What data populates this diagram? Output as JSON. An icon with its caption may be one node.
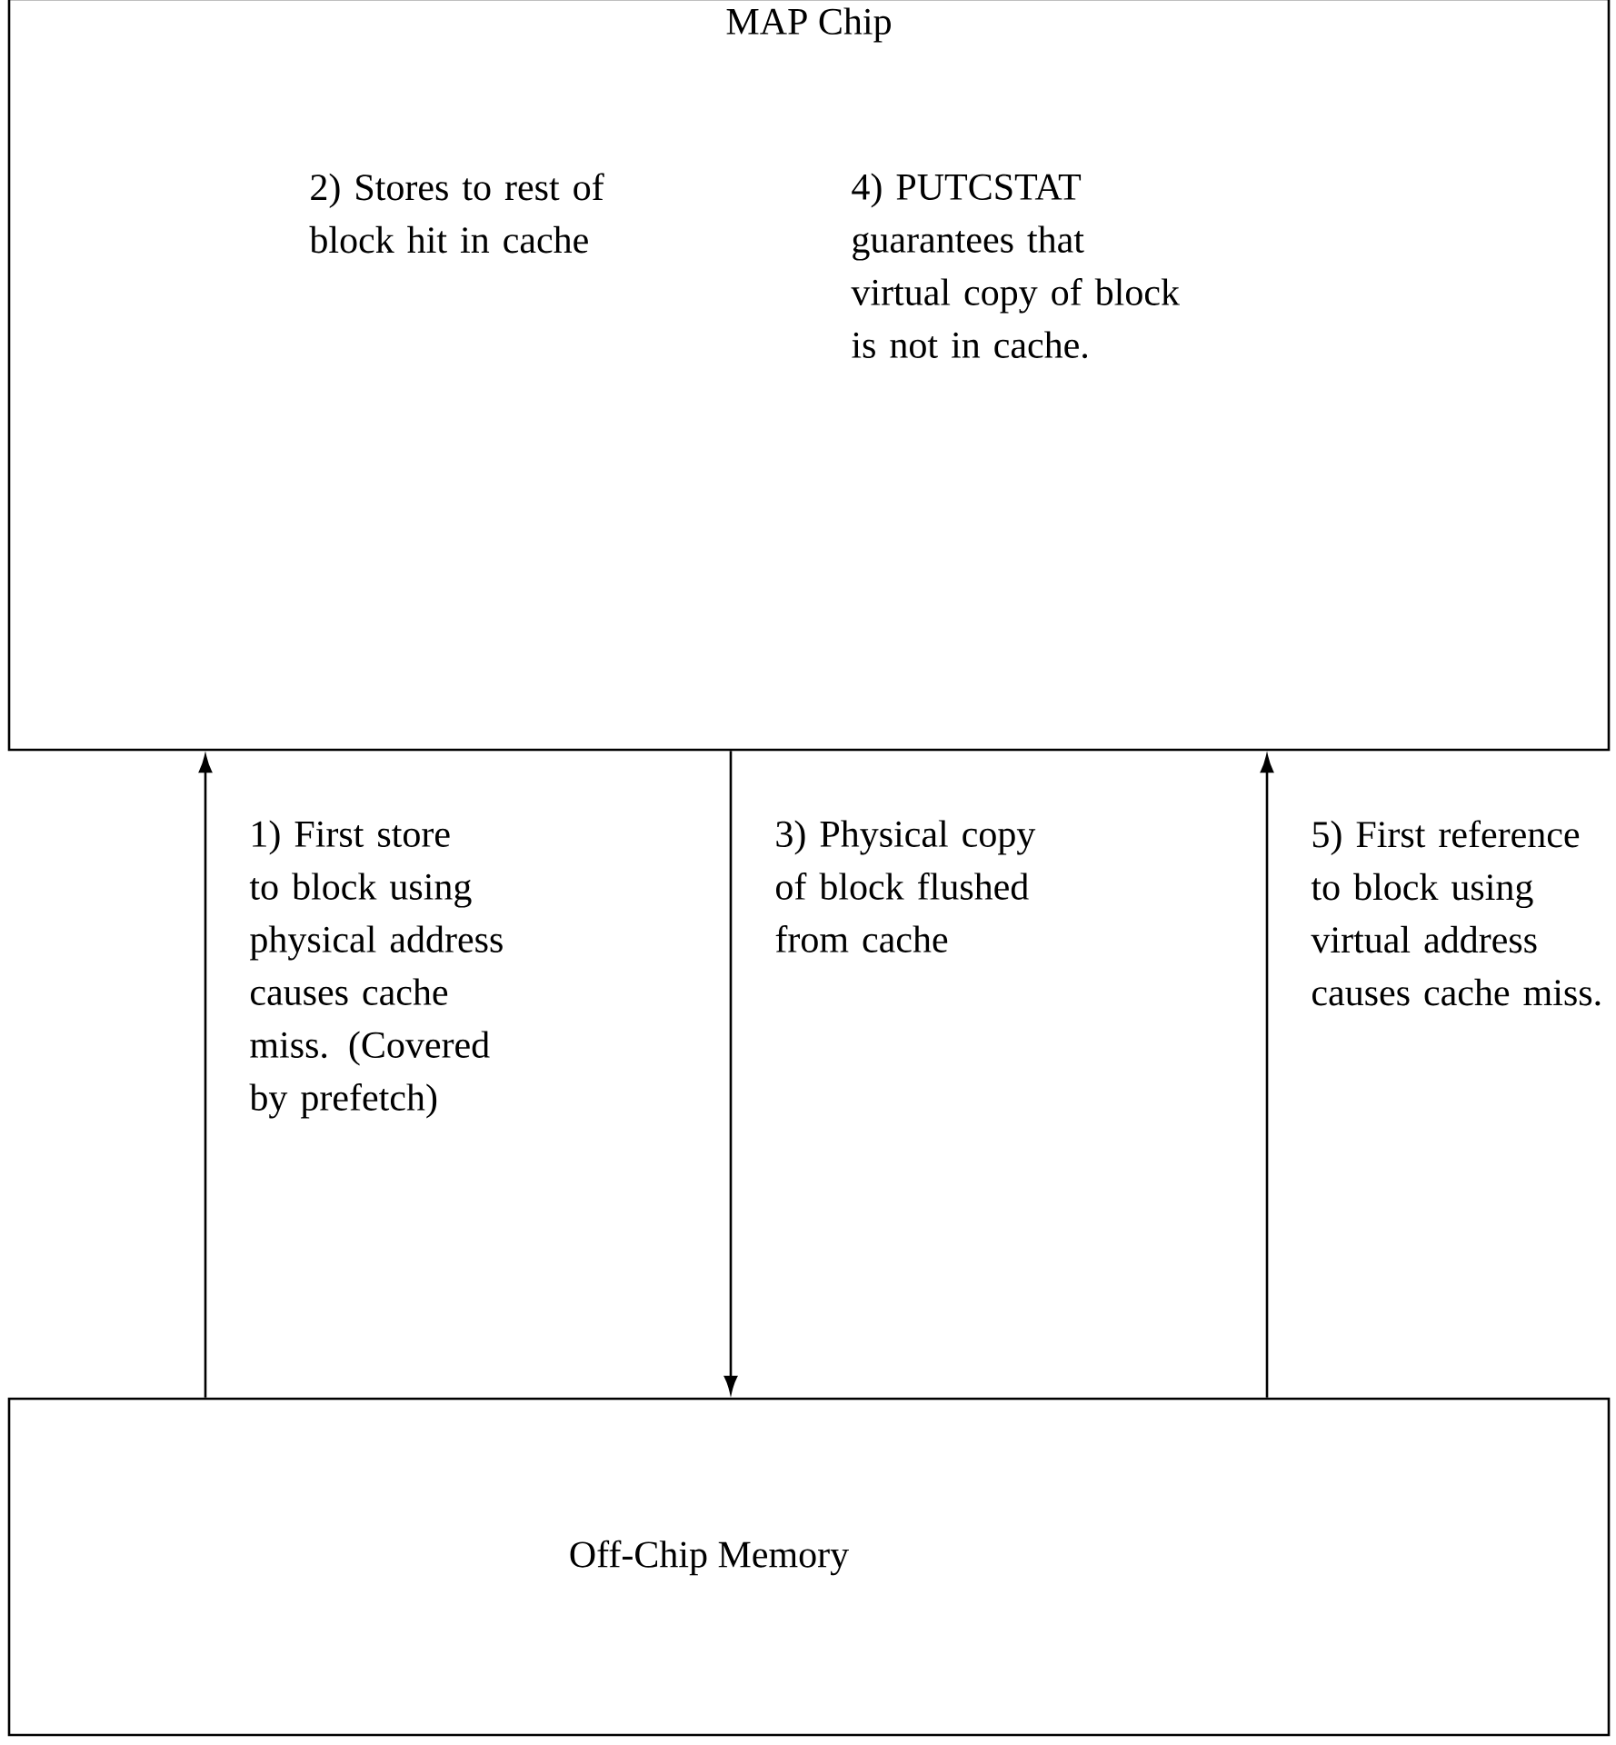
{
  "diagram": {
    "nodes": [
      {
        "text": [
          "MAP Chip",
          "2) Stores to rest of block hit in cache",
          "4) PUTCSTAT guarantees that virtual copy of block is not in cache."
        ]
      },
      {
        "text": [
          "Off-Chip Memory"
        ]
      }
    ],
    "edges": [
      {
        "from": 1,
        "to": 0,
        "arrow": "to",
        "label": "1) First store to block using physical address causes cache miss. (Covered by prefetch)"
      },
      {
        "from": 0,
        "to": 1,
        "arrow": "to",
        "label": "3) Physical copy of block flushed from cache"
      },
      {
        "from": 1,
        "to": 0,
        "arrow": "to",
        "label": "5) First reference to block using virtual address causes cache miss."
      }
    ]
  }
}
